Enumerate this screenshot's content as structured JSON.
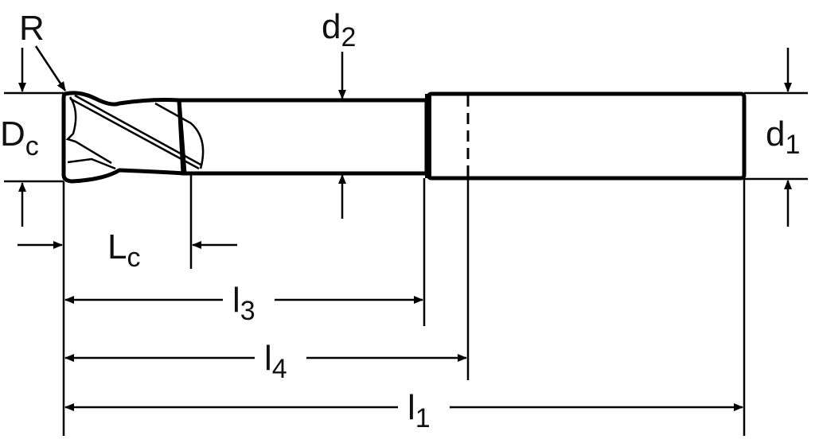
{
  "title": "End mill dimension drawing",
  "colors": {
    "body": "#cccccc",
    "line": "#000000"
  },
  "labels": {
    "R": {
      "main": "R"
    },
    "Dc": {
      "main": "D",
      "sub": "c"
    },
    "d2": {
      "main": "d",
      "sub": "2"
    },
    "d1": {
      "main": "d",
      "sub": "1"
    },
    "Lc": {
      "main": "L",
      "sub": "c"
    },
    "l3": {
      "main": "l",
      "sub": "3"
    },
    "l4": {
      "main": "l",
      "sub": "4"
    },
    "l1": {
      "main": "l",
      "sub": "1"
    }
  }
}
